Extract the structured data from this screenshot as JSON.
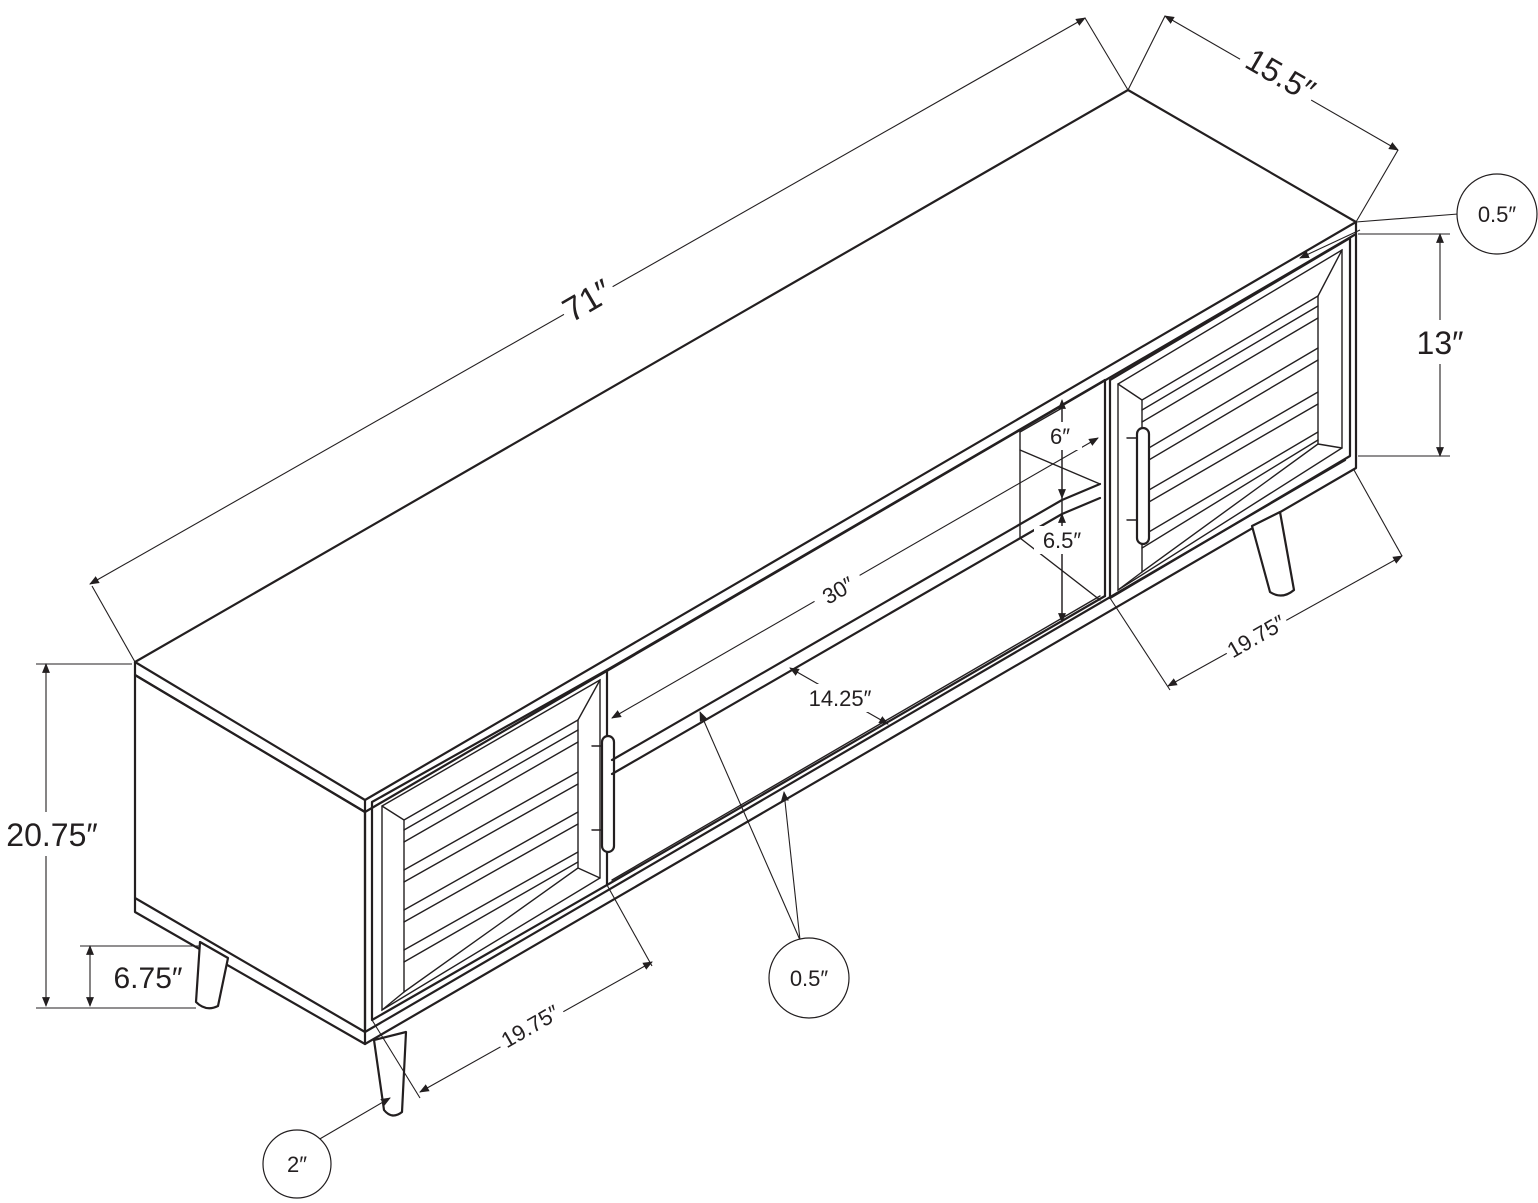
{
  "dimensions": {
    "overall_width": "71″",
    "depth": "15.5″",
    "height": "20.75″",
    "leg_height": "6.75″",
    "cabinet_height": "13″",
    "left_door_width": "19.75″",
    "right_door_width": "19.75″",
    "open_shelf_width": "30″",
    "open_shelf_depth": "14.25″",
    "upper_opening": "6″",
    "lower_opening": "6.5″"
  },
  "callouts": {
    "top_thickness": "0.5″",
    "shelf_thickness": "0.5″",
    "leg_diameter": "2″"
  }
}
